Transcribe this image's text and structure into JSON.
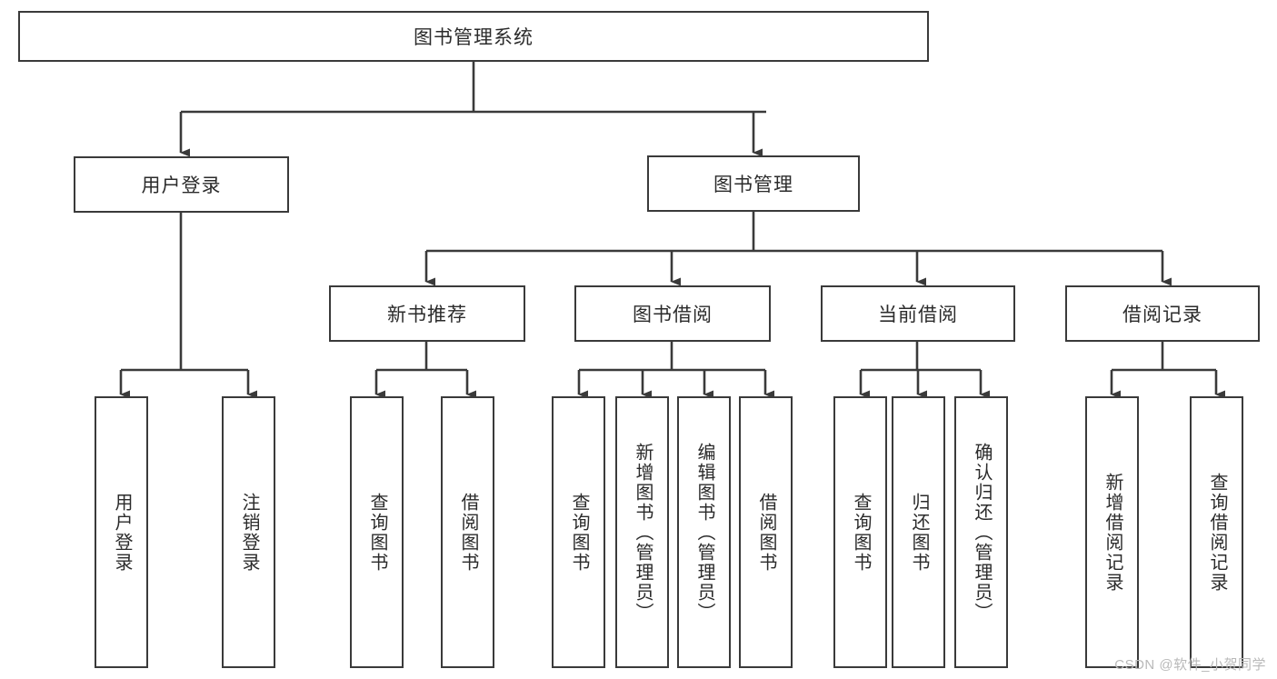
{
  "diagram": {
    "title": "图书管理系统",
    "type": "hierarchy-tree",
    "root": {
      "label": "图书管理系统"
    },
    "level2": [
      {
        "label": "用户登录"
      },
      {
        "label": "图书管理"
      }
    ],
    "level3": [
      {
        "label": "新书推荐"
      },
      {
        "label": "图书借阅"
      },
      {
        "label": "当前借阅"
      },
      {
        "label": "借阅记录"
      }
    ],
    "leaves": {
      "user_login": [
        {
          "label": "用户登录"
        },
        {
          "label": "注销登录"
        }
      ],
      "new_book_recommend": [
        {
          "label": "查询图书"
        },
        {
          "label": "借阅图书"
        }
      ],
      "book_borrow": [
        {
          "label": "查询图书"
        },
        {
          "label": "新增图书（管理员）"
        },
        {
          "label": "编辑图书（管理员）"
        },
        {
          "label": "借阅图书"
        }
      ],
      "current_borrow": [
        {
          "label": "查询图书"
        },
        {
          "label": "归还图书"
        },
        {
          "label": "确认归还（管理员）"
        }
      ],
      "borrow_record": [
        {
          "label": "新增借阅记录"
        },
        {
          "label": "查询借阅记录"
        }
      ]
    }
  },
  "watermark": {
    "text": "CSDN @软件_小贺同学"
  },
  "colors": {
    "box_border": "#3a3a3a",
    "box_fill": "#ffffff",
    "line": "#3a3a3a",
    "text": "#2b2b2b",
    "watermark": "#b9b9b9"
  }
}
